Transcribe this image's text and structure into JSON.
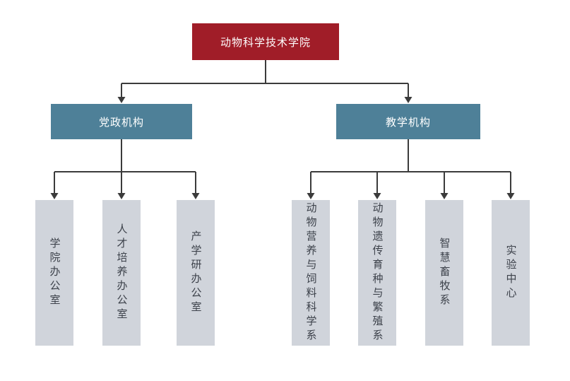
{
  "org": {
    "root": {
      "label": "动物科学技术学院"
    },
    "branches": [
      {
        "label": "党政机构",
        "children": [
          "学院办公室",
          "人才培养办公室",
          "产学研办公室"
        ]
      },
      {
        "label": "教学机构",
        "children": [
          "动物营养与饲料科学系",
          "动物遗传育种与繁殖系",
          "智慧畜牧系",
          "实验中心"
        ]
      }
    ]
  },
  "colors": {
    "background": "#ffffff",
    "root_box": "#a01d28",
    "root_text": "#ffffff",
    "branch_box": "#4e8098",
    "branch_text": "#ffffff",
    "leaf_box": "#d0d4db",
    "leaf_text": "#3d424b",
    "connector": "#3b3b3b"
  }
}
